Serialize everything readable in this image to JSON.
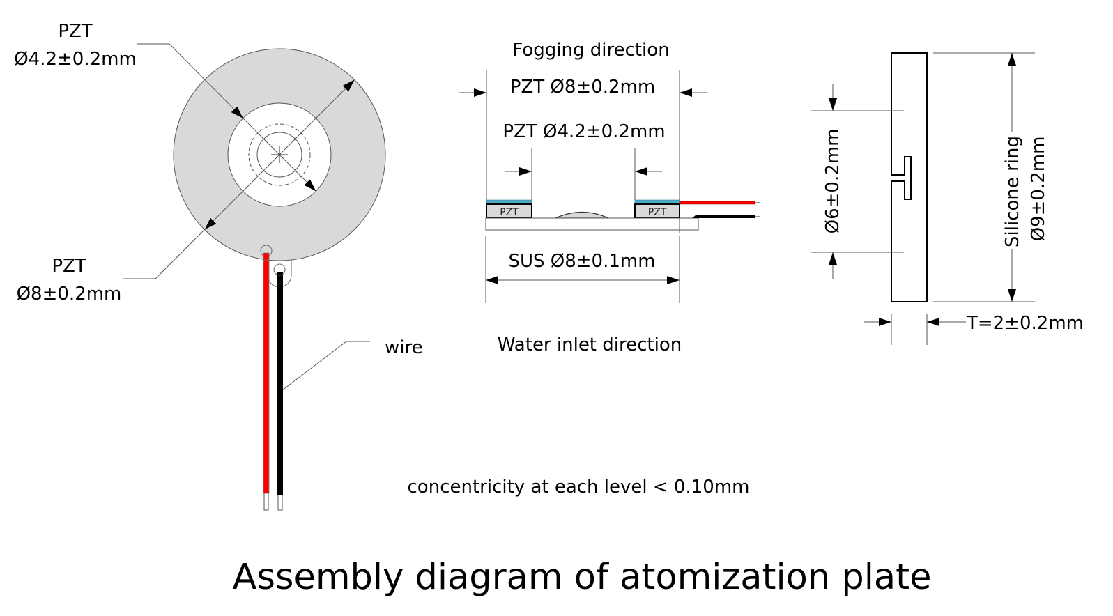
{
  "title": "Assembly diagram of atomization plate",
  "note": "concentricity at each level < 0.10mm",
  "top_view": {
    "inner_label_line1": "PZT",
    "inner_label_line2": "Ø4.2±0.2mm",
    "outer_label_line1": "PZT",
    "outer_label_line2": "Ø8±0.2mm",
    "wire_label": "wire"
  },
  "section_view": {
    "top_direction": "Fogging direction",
    "pzt_outer": "PZT Ø8±0.2mm",
    "pzt_inner": "PZT Ø4.2±0.2mm",
    "pzt_block_label": "PZT",
    "sus": "SUS Ø8±0.1mm",
    "bottom_direction": "Water inlet direction"
  },
  "ring_view": {
    "inner_dia": "Ø6±0.2mm",
    "ring_name": "Silicone ring",
    "outer_dia": "Ø9±0.2mm",
    "thickness": "T=2±0.2mm"
  },
  "colors": {
    "pzt_fill": "#d9d9d9",
    "electrode_blue": "#4bacc6",
    "wire_red": "#ff0000",
    "wire_black": "#000000"
  }
}
